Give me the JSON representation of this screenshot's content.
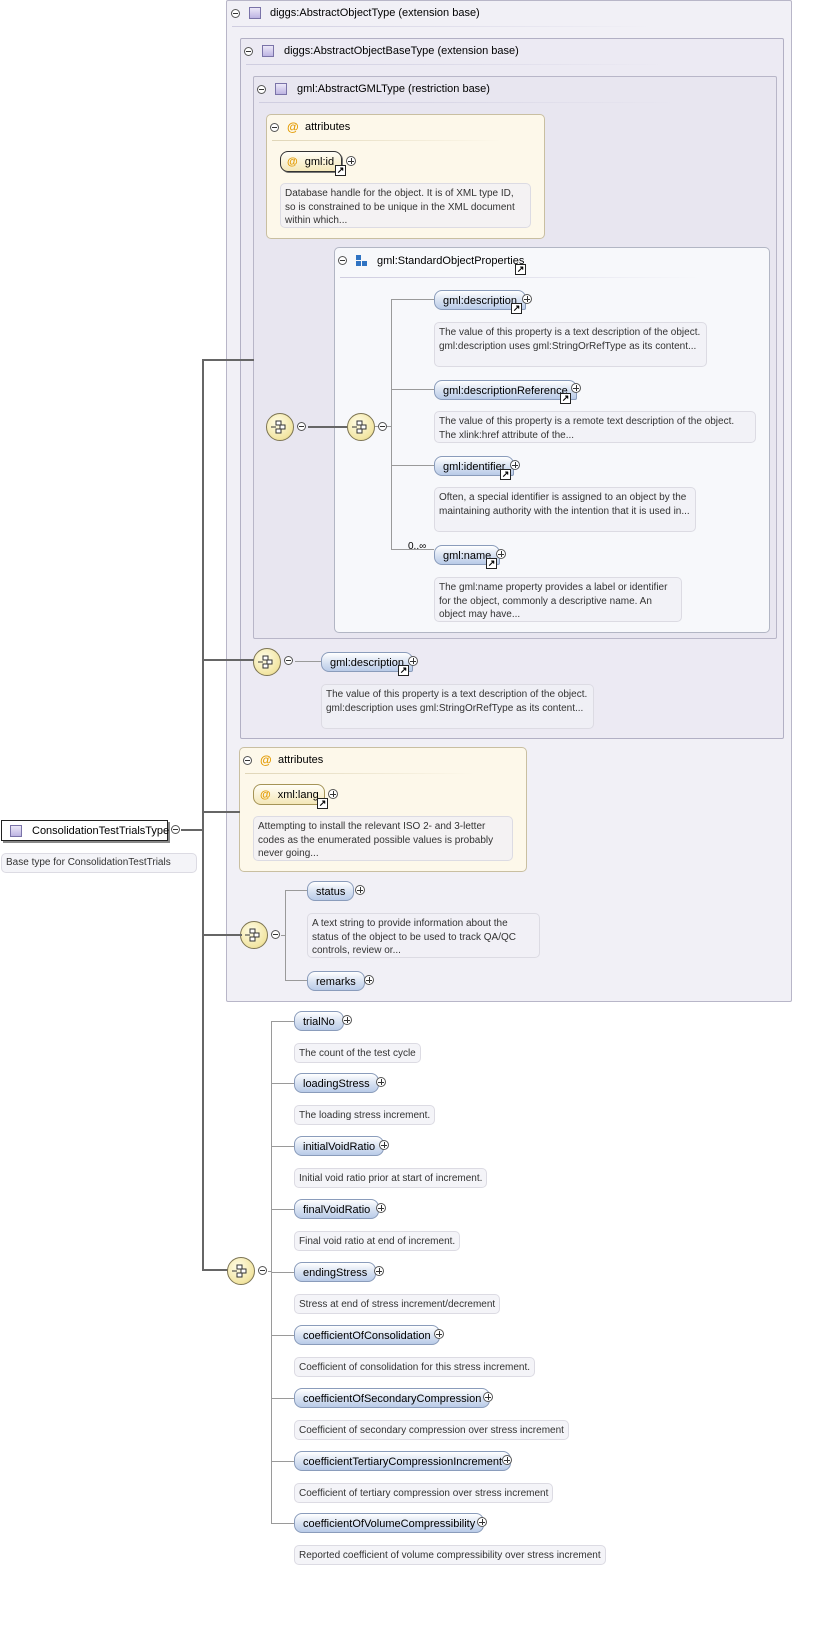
{
  "root": {
    "label": "ConsolidationTestTrialsType",
    "description": "Base type for ConsolidationTestTrials"
  },
  "ext1": {
    "label": "diggs:AbstractObjectType (extension base)"
  },
  "ext2": {
    "label": "diggs:AbstractObjectBaseType (extension base)"
  },
  "ext3": {
    "label": "gml:AbstractGMLType (restriction base)"
  },
  "attrs1": {
    "title": "attributes",
    "item": "gml:id",
    "description": "Database handle for the object. It is of XML type ID, so is constrained to be unique in the XML document within which..."
  },
  "group": {
    "title": "gml:StandardObjectProperties",
    "cardinality": "0..∞",
    "items": [
      {
        "label": "gml:description",
        "description": "The value of this property is a text description of the object. gml:description uses gml:StringOrRefType as its content..."
      },
      {
        "label": "gml:descriptionReference",
        "description": "The value of this property is a remote text description of the object. The xlink:href attribute of the..."
      },
      {
        "label": "gml:identifier",
        "description": "Often, a special identifier is assigned to an object by the maintaining authority with the intention that it is used in..."
      },
      {
        "label": "gml:name",
        "description": "The gml:name property provides a label or identifier for the object, commonly a descriptive name. An object may have..."
      }
    ]
  },
  "desc2": {
    "label": "gml:description",
    "description": "The value of this property is a text description of the object. gml:description uses gml:StringOrRefType as its content..."
  },
  "attrs2": {
    "title": "attributes",
    "item": "xml:lang",
    "description": "Attempting to install the relevant ISO 2- and 3-letter codes as the enumerated possible values is probably never going..."
  },
  "statusSeq": {
    "status": "status",
    "status_description": "A text string to provide information about the status of the object to be used to track QA/QC controls, review or...",
    "remarks": "remarks"
  },
  "elements": [
    {
      "label": "trialNo",
      "description": "The count of the test cycle"
    },
    {
      "label": "loadingStress",
      "description": "The loading stress increment."
    },
    {
      "label": "initialVoidRatio",
      "description": "Initial void ratio prior at start of increment."
    },
    {
      "label": "finalVoidRatio",
      "description": "Final void ratio at end of increment."
    },
    {
      "label": "endingStress",
      "description": "Stress at end of stress increment/decrement"
    },
    {
      "label": "coefficientOfConsolidation",
      "description": "Coefficient of consolidation for this stress increment."
    },
    {
      "label": "coefficientOfSecondaryCompression",
      "description": "Coefficient of secondary compression over stress increment"
    },
    {
      "label": "coefficientTertiaryCompressionIncrement",
      "description": "Coefficient of tertiary compression over stress increment"
    },
    {
      "label": "coefficientOfVolumeCompressibility",
      "description": "Reported coefficient of volume compressibility over stress increment"
    }
  ]
}
